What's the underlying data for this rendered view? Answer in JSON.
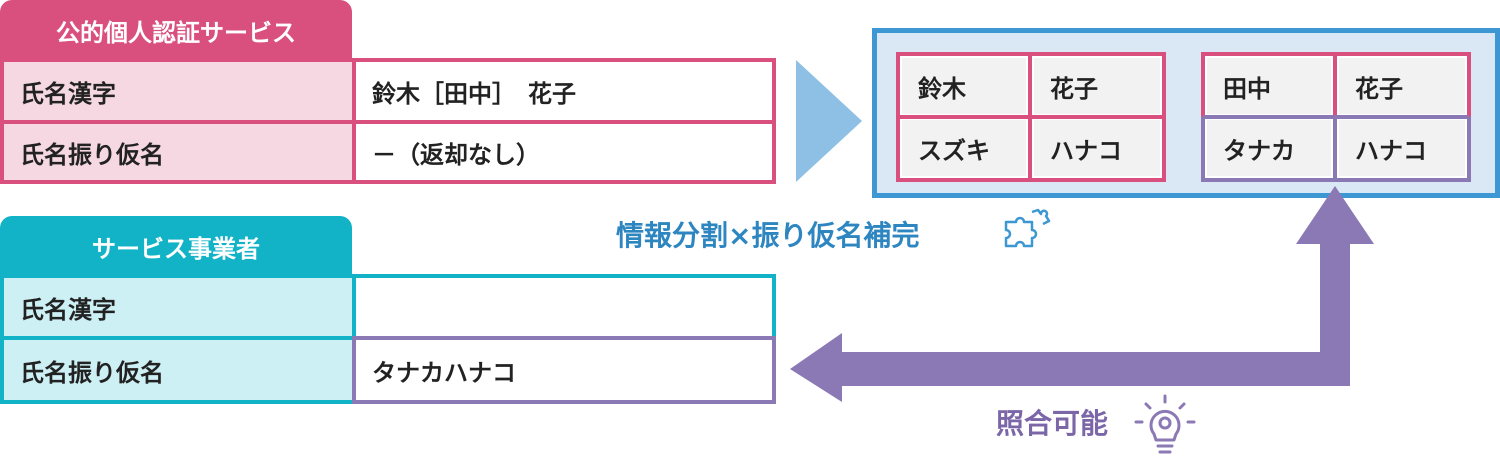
{
  "public_auth": {
    "title": "公的個人認証サービス",
    "rows": [
      {
        "label": "氏名漢字",
        "value": "鈴木［田中］　花子"
      },
      {
        "label": "氏名振り仮名",
        "value": "－（返却なし）"
      }
    ]
  },
  "service_provider": {
    "title": "サービス事業者",
    "rows": [
      {
        "label": "氏名漢字",
        "value": ""
      },
      {
        "label": "氏名振り仮名",
        "value": "タナカハナコ"
      }
    ]
  },
  "split_box": {
    "left_group": {
      "r1c1": "鈴木",
      "r1c2": "花子",
      "r2c1": "スズキ",
      "r2c2": "ハナコ"
    },
    "right_group": {
      "r1c1": "田中",
      "r1c2": "花子",
      "r2c1": "タナカ",
      "r2c2": "ハナコ"
    }
  },
  "captions": {
    "split": "情報分割×振り仮名補完",
    "match": "照合可能"
  },
  "icons": {
    "split_icon": "puzzle-icon",
    "match_icon": "lightbulb-gear-icon"
  },
  "colors": {
    "pink": "#d94f7d",
    "teal": "#13b3c7",
    "blue": "#3d97d3",
    "purple": "#8b79b6",
    "light_blue_arrow": "#8dc0e4"
  }
}
